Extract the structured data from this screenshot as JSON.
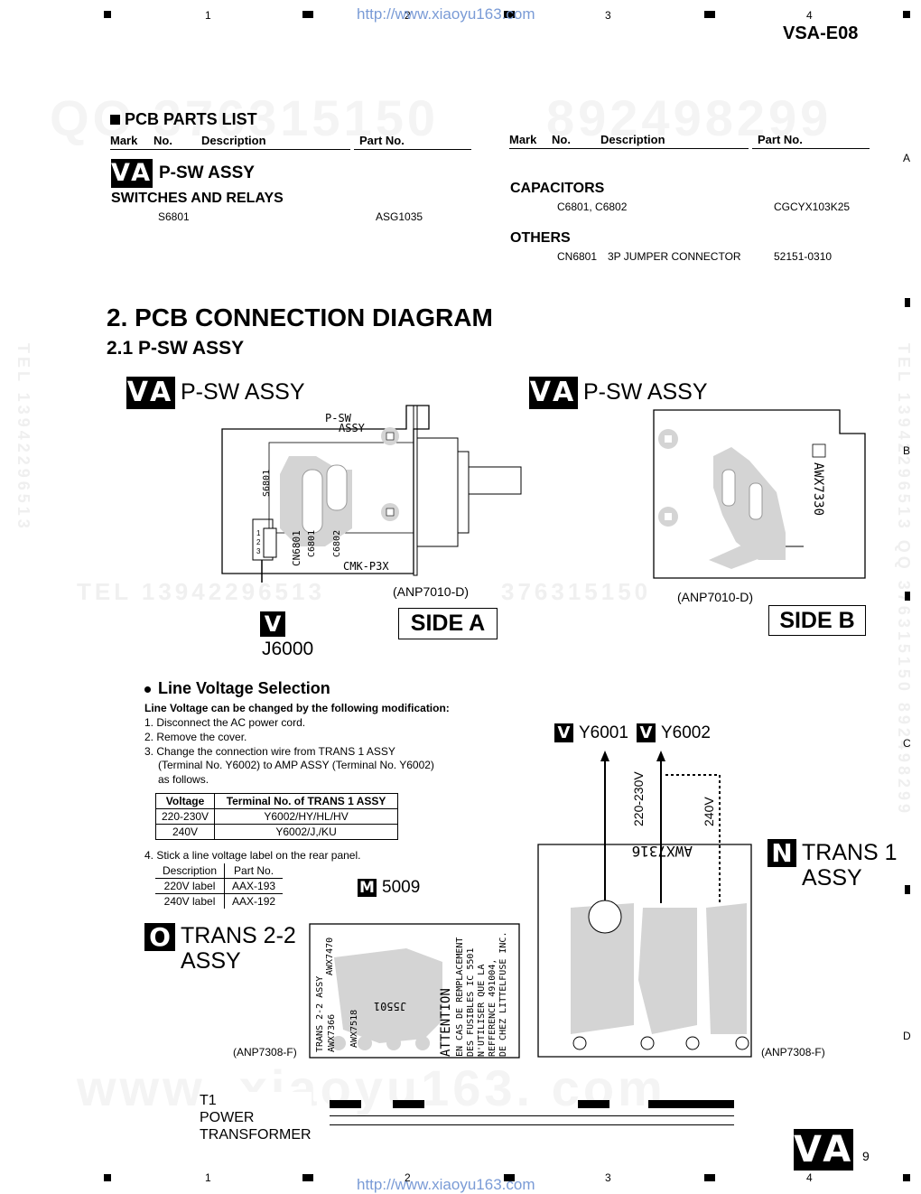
{
  "header": {
    "url": "http://www.xiaoyu163.com",
    "model": "VSA-E08",
    "columns": [
      "1",
      "2",
      "3",
      "4"
    ],
    "rows": [
      "A",
      "B",
      "C",
      "D"
    ]
  },
  "watermarks": {
    "top_left": "QQ 376315150",
    "top_right": "892498299",
    "bottom": "www. xiaoyu163. com",
    "middle_left": "TEL 13942296513",
    "middle_right": "376315150",
    "right_vertical": "TEL 13942296513 QQ 376315150 892498299",
    "left_vertical": "TEL 13942296513"
  },
  "parts_list": {
    "title": "PCB PARTS LIST",
    "headers": {
      "mark": "Mark",
      "no": "No.",
      "description": "Description",
      "part_no": "Part No."
    },
    "left": {
      "badge": "VA",
      "assy": "P-SW ASSY",
      "group": "SWITCHES AND RELAYS",
      "rows": [
        {
          "no": "S6801",
          "description": "",
          "part_no": "ASG1035"
        }
      ]
    },
    "right": {
      "groups": [
        {
          "name": "CAPACITORS",
          "rows": [
            {
              "no": "C6801, C6802",
              "description": "",
              "part_no": "CGCYX103K25"
            }
          ]
        },
        {
          "name": "OTHERS",
          "rows": [
            {
              "no": "CN6801",
              "description": "3P JUMPER CONNECTOR",
              "part_no": "52151-0310"
            }
          ]
        }
      ]
    }
  },
  "section": {
    "title": "2. PCB CONNECTION DIAGRAM",
    "subtitle": "2.1 P-SW ASSY"
  },
  "side_a": {
    "badge": "VA",
    "title": "P-SW ASSY",
    "board_label1": "P-SW",
    "board_label2": "ASSY",
    "s6801": "S6801",
    "cn6801": "CN6801",
    "c6801": "C6801",
    "c6802": "C6802",
    "cmk": "CMK-P3X",
    "anp": "(ANP7010-D)",
    "side": "SIDE A",
    "connector_badge": "V",
    "connector": "J6000",
    "pins": [
      "1",
      "2",
      "3"
    ]
  },
  "side_b": {
    "badge": "VA",
    "title": "P-SW ASSY",
    "board_code": "AWX7330",
    "anp": "(ANP7010-D)",
    "side": "SIDE B"
  },
  "line_voltage": {
    "title": "Line Voltage Selection",
    "intro": "Line Voltage can be changed by the following modification:",
    "steps": [
      "1. Disconnect the AC power cord.",
      "2. Remove the cover.",
      "3. Change the connection wire from TRANS 1 ASSY",
      "(Terminal No. Y6002) to AMP ASSY (Terminal No. Y6002)",
      "as follows."
    ],
    "table1": {
      "headers": [
        "Voltage",
        "Terminal No. of TRANS 1 ASSY"
      ],
      "rows": [
        [
          "220-230V",
          "Y6002/HY/HL/HV"
        ],
        [
          "240V",
          "Y6002/J,/KU"
        ]
      ]
    },
    "step4": "4. Stick a line voltage label on the rear panel.",
    "table2": {
      "headers": [
        "Description",
        "Part No."
      ],
      "rows": [
        [
          "220V label",
          "AAX-193"
        ],
        [
          "240V label",
          "AAX-192"
        ]
      ]
    }
  },
  "trans": {
    "m_badge": "M",
    "m_label": "5009",
    "o_badge": "O",
    "trans22_1": "TRANS 2-2",
    "trans22_2": "ASSY",
    "n_badge": "N",
    "trans1_1": "TRANS 1",
    "trans1_2": "ASSY",
    "v_badge": "V",
    "y6001": "Y6001",
    "y6002": "Y6002",
    "v220": "220-230V",
    "v240": "240V",
    "board_code_trans1": "AWX7316",
    "board_code_trans22": "AWX7470",
    "trans22_small": "TRANS 2-2 ASSY",
    "awx7366": "AWX7366",
    "awx7518": "AWX7518",
    "j5501": "J5501",
    "attention": [
      "ATTENTION",
      "EN CAS DE REMPLACEMENT",
      "DES FUSIBLES IC 5501",
      "N'UTILISER QUE LA",
      "REFFERENCE 491004,",
      "DE CHEZ LITTELFUSE INC."
    ],
    "anp_left": "(ANP7308-F)",
    "anp_right": "(ANP7308-F)",
    "t1": [
      "T1",
      "POWER",
      "TRANSFORMER"
    ]
  },
  "footer": {
    "badge": "VA",
    "page": "9"
  }
}
